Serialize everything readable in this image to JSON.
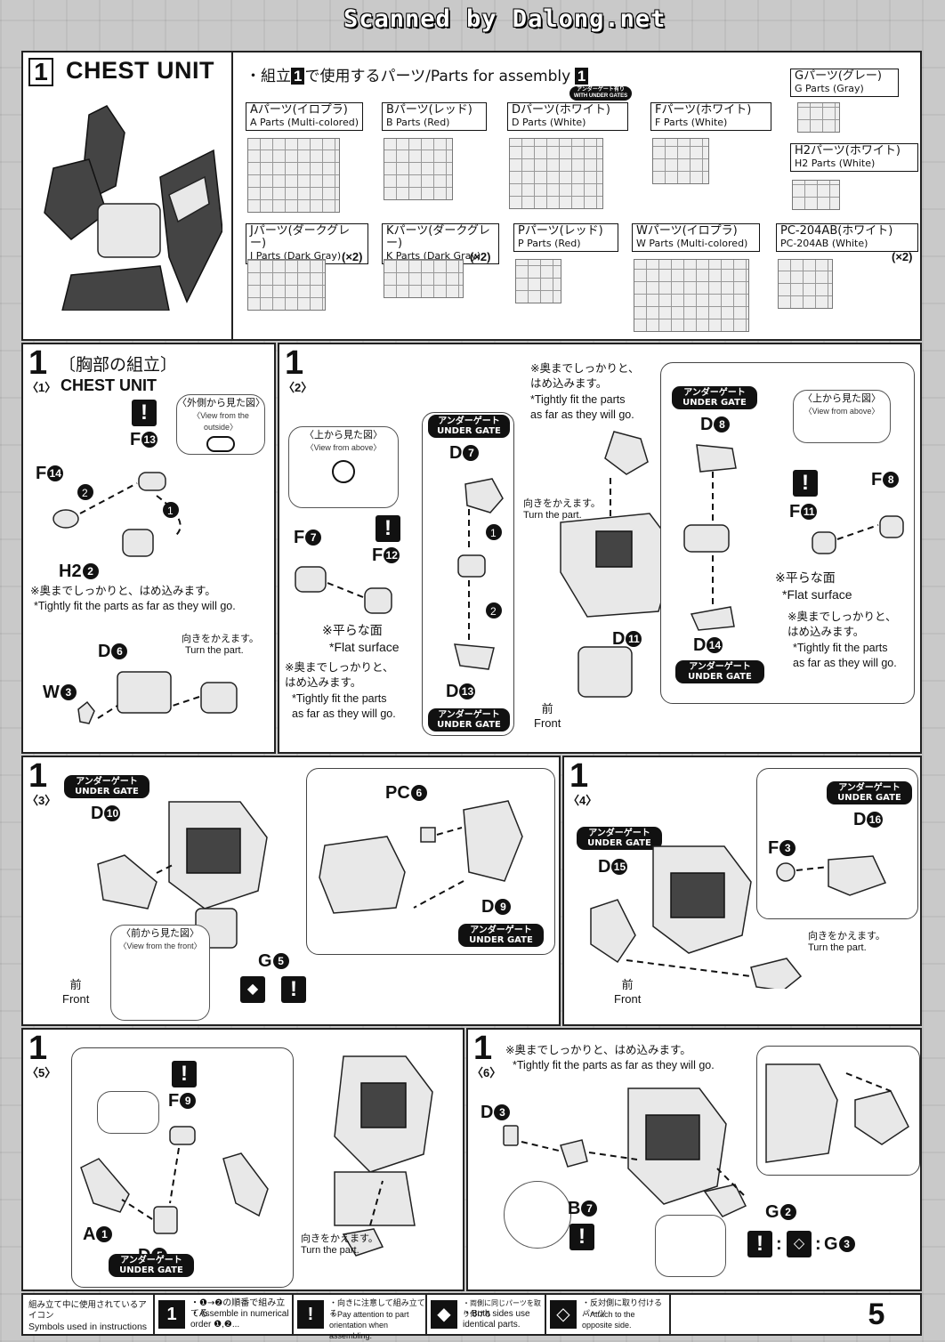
{
  "watermark": "Scanned by Dalong.net",
  "header": {
    "step_number": "1",
    "title": "CHEST UNIT",
    "parts_heading_jp": "・組立",
    "parts_heading_num": "1",
    "parts_heading_rest": "で使用するパーツ/Parts for assembly",
    "parts_heading_num2": "1",
    "with_under_gates": "アンダーゲート有り WITH UNDER GATES",
    "parts": [
      {
        "jp": "Aパーツ(イロプラ)",
        "en": "A Parts (Multi-colored)",
        "mult": ""
      },
      {
        "jp": "Bパーツ(レッド)",
        "en": "B Parts (Red)",
        "mult": ""
      },
      {
        "jp": "Dパーツ(ホワイト)",
        "en": "D Parts (White)",
        "mult": ""
      },
      {
        "jp": "Fパーツ(ホワイト)",
        "en": "F Parts (White)",
        "mult": ""
      },
      {
        "jp": "Gパーツ(グレー)",
        "en": "G Parts (Gray)",
        "mult": ""
      },
      {
        "jp": "H2パーツ(ホワイト)",
        "en": "H2 Parts (White)",
        "mult": ""
      },
      {
        "jp": "Jパーツ(ダークグレー)",
        "en": "J Parts (Dark Gray)",
        "mult": "(×2)"
      },
      {
        "jp": "Kパーツ(ダークグレー)",
        "en": "K Parts (Dark Gray)",
        "mult": "(×2)"
      },
      {
        "jp": "Pパーツ(レッド)",
        "en": "P Parts (Red)",
        "mult": ""
      },
      {
        "jp": "Wパーツ(イロプラ)",
        "en": "W Parts (Multi-colored)",
        "mult": ""
      },
      {
        "jp": "PC-204AB(ホワイト)",
        "en": "PC-204AB (White)",
        "mult": "(×2)"
      }
    ]
  },
  "common": {
    "under_gate_jp": "アンダーゲート",
    "under_gate_en": "UNDER GATE",
    "caution": "!",
    "front_jp": "前",
    "front_en": "Front",
    "turn_jp": "向きをかえます。",
    "turn_en": "Turn the part.",
    "view_above_jp": "〈上から見た図〉",
    "view_above_en": "〈View from above〉",
    "tight_jp": "※奥までしっかりと、はめ込みます。",
    "tight_en": "*Tightly fit the parts as far as they will go.",
    "tight_jp_a": "※奥までしっかりと、",
    "tight_jp_b": "はめ込みます。",
    "tight_en_a": "*Tightly fit the parts",
    "tight_en_b": "as far as they will go.",
    "flat_jp": "※平らな面",
    "flat_en": "*Flat surface"
  },
  "steps": {
    "s1": {
      "num": "1",
      "sub": "〈1〉",
      "title_jp": "〔胸部の組立〕",
      "title_en": "CHEST UNIT",
      "view_outside_jp": "〈外側から見た図〉",
      "view_outside_en": "〈View from the outside〉",
      "labels": {
        "f13": "F",
        "f13n": "13",
        "f14": "F",
        "f14n": "14",
        "h2": "H2",
        "h2n": "2",
        "d6": "D",
        "d6n": "6",
        "w3": "W",
        "w3n": "3"
      }
    },
    "s2": {
      "num": "1",
      "sub": "〈2〉",
      "labels": {
        "f7": "F",
        "f7n": "7",
        "f12": "F",
        "f12n": "12",
        "d7": "D",
        "d7n": "7",
        "d13": "D",
        "d13n": "13",
        "d11": "D",
        "d11n": "11",
        "d8": "D",
        "d8n": "8",
        "d14": "D",
        "d14n": "14",
        "f8": "F",
        "f8n": "8",
        "f11": "F",
        "f11n": "11"
      }
    },
    "s3": {
      "num": "1",
      "sub": "〈3〉",
      "view_front_jp": "〈前から見た図〉",
      "view_front_en": "〈View from the front〉",
      "labels": {
        "d10": "D",
        "d10n": "10",
        "pc6": "PC",
        "pc6n": "6",
        "d9": "D",
        "d9n": "9",
        "g5": "G",
        "g5n": "5"
      }
    },
    "s4": {
      "num": "1",
      "sub": "〈4〉",
      "labels": {
        "d15": "D",
        "d15n": "15",
        "f3": "F",
        "f3n": "3",
        "d16": "D",
        "d16n": "16"
      }
    },
    "s5": {
      "num": "1",
      "sub": "〈5〉",
      "labels": {
        "f9": "F",
        "f9n": "9",
        "a1": "A",
        "a1n": "1",
        "d5": "D",
        "d5n": "5"
      }
    },
    "s6": {
      "num": "1",
      "sub": "〈6〉",
      "labels": {
        "d3": "D",
        "d3n": "3",
        "b7": "B",
        "b7n": "7",
        "g2": "G",
        "g2n": "2",
        "g3": "G",
        "g3n": "3"
      }
    }
  },
  "footer": {
    "title_jp": "組み立て中に使用されているアイコン",
    "title_en": "Symbols used in instructions",
    "icons": [
      {
        "icon": "1",
        "jp": "・❶→❷の順番で組み立てる",
        "en": "・Assemble in numerical order ❶,❷..."
      },
      {
        "icon": "!",
        "jp": "・向きに注意して組み立てる",
        "en": "・Pay attention to part orientation when assembling."
      },
      {
        "icon": "◆",
        "jp": "・両側に同じパーツを取り付ける",
        "en": "・Both sides use identical parts."
      },
      {
        "icon": "◇",
        "jp": "・反対側に取り付けるパーツ",
        "en": "・Attach to the opposite side."
      }
    ],
    "page": "5"
  }
}
